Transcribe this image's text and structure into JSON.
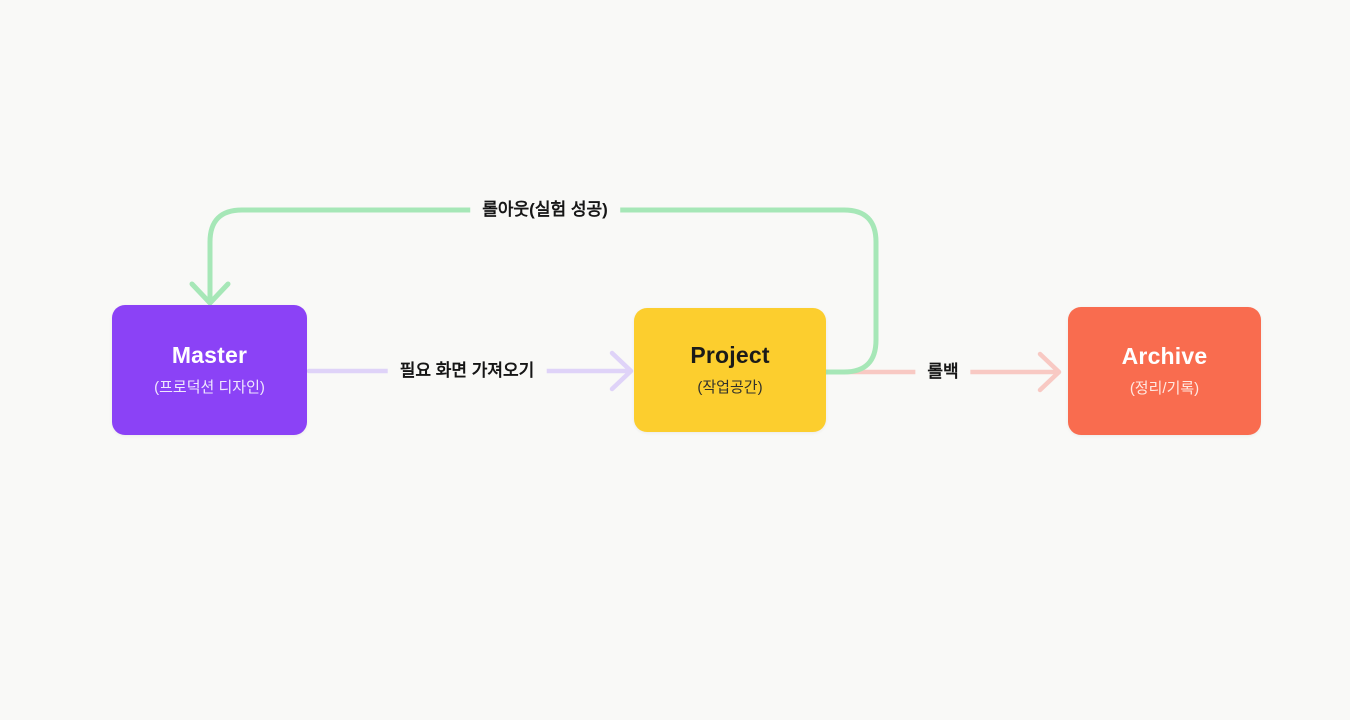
{
  "canvas": {
    "bg": "#F9F9F7",
    "label_text_color": "#161616"
  },
  "nodes": {
    "master": {
      "title": "Master",
      "subtitle": "(프로덕션 디자인)",
      "bg": "#8B42F6",
      "title_color": "#FFFFFF",
      "subtitle_color": "#EFE7FE"
    },
    "project": {
      "title": "Project",
      "subtitle": "(작업공간)",
      "bg": "#FCCE2E",
      "title_color": "#1B1B19",
      "subtitle_color": "#32322C"
    },
    "archive": {
      "title": "Archive",
      "subtitle": "(정리/기록)",
      "bg": "#F96C4F",
      "title_color": "#FFFFFF",
      "subtitle_color": "#FFE9E2"
    }
  },
  "edges": {
    "rollout": {
      "label": "롤아웃(실험 성공)",
      "color": "#A6E7B7",
      "from": "project",
      "to": "master"
    },
    "fetch": {
      "label": "필요 화면 가져오기",
      "color": "#DFD3F8",
      "from": "master",
      "to": "project"
    },
    "rollback": {
      "label": "롤백",
      "color": "#F8C9C3",
      "from": "project",
      "to": "archive"
    }
  }
}
